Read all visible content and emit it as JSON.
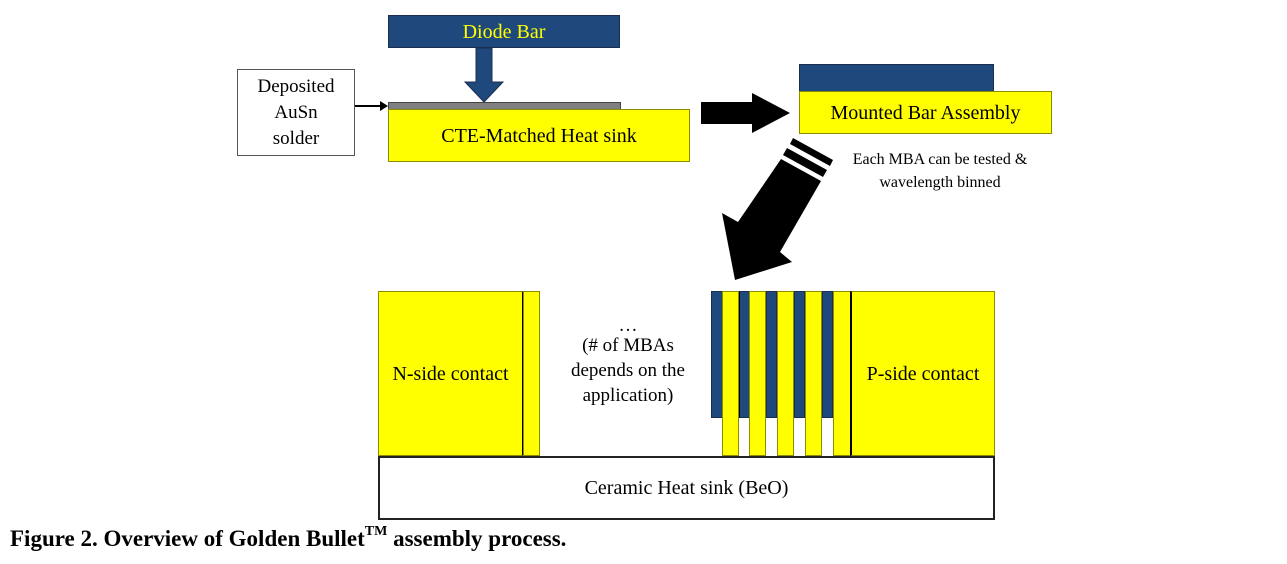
{
  "diagram": {
    "diode_bar_label": "Diode Bar",
    "solder_label_lines": [
      "Deposited",
      "AuSn",
      "solder"
    ],
    "heat_sink_label": "CTE-Matched Heat sink",
    "mba_label": "Mounted Bar Assembly",
    "mba_note_lines": [
      "Each MBA can be tested &",
      "wavelength binned"
    ],
    "n_contact_label": "N-side contact",
    "p_contact_label": "P-side contact",
    "ellipsis": "…",
    "mba_count_note_lines": [
      "(# of MBAs",
      "depends on the",
      "application)"
    ],
    "ceramic_label": "Ceramic Heat sink (BeO)",
    "mba_stack_count": 5,
    "colors": {
      "diode_navy": "#1f497d",
      "heat_sink_yellow": "#ffff00",
      "solder_gray": "#808080",
      "arrow_black": "#000000"
    }
  },
  "caption": {
    "prefix": "Figure 2.  Overview of Golden Bullet",
    "superscript": "TM",
    "suffix": " assembly process."
  }
}
